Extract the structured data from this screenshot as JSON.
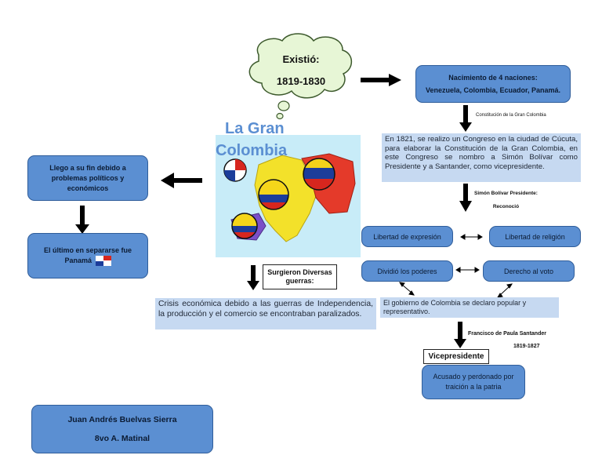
{
  "cloud": {
    "line1": "Existió:",
    "line2": "1819-1830"
  },
  "title": {
    "line1": "La Gran",
    "line2": "Colombia",
    "color": "#5b8fd2"
  },
  "nacimiento": {
    "title": "Nacimiento de 4 naciones:",
    "list": "Venezuela, Colombia, Ecuador, Panamá."
  },
  "constitucion_label": "Constitución de la Gran Colombia",
  "congreso_text": "En 1821, se realizo un Congreso en la ciudad de Cúcuta, para elaborar la Constitución de la Gran Colombia, en este Congreso se nombro a Simón Bolívar como Presidente y a Santander, como vicepresidente.",
  "bolivar_label": {
    "line1": "Simón Bolívar Presidente:",
    "line2": "Reconoció"
  },
  "libertad_expresion": "Libertad de expresión",
  "libertad_religion": "Libertad de religión",
  "dividio_poderes": "Dividió los poderes",
  "derecho_voto": "Derecho al voto",
  "gobierno_text": "El gobierno de Colombia se declaro popular y representativo.",
  "santander_label": {
    "line1": "Francisco de Paula Santander",
    "line2": "1819-1827"
  },
  "vicepresidente": "Vicepresidente",
  "acusado": "Acusado y perdonado por traición a la patria",
  "guerras_label": "Surgieron Diversas guerras:",
  "crisis_text": "Crisis económica debido a las guerras de Independencia, la producción y el comercio se encontraban paralizados.",
  "fin": "Llego a su fin debido a problemas políticos y económicos",
  "panama": "El último en separarse fue Panamá",
  "author": {
    "name": "Juan Andrés Buelvas Sierra",
    "group": "8vo A. Matinal"
  },
  "colors": {
    "node_fill": "#5b8fd2",
    "text_box": "#c6d9f1",
    "map_bg": "#c8ecf8",
    "map_yellow": "#f3e12a",
    "map_red": "#e43a2a",
    "map_purple": "#7a4fc8"
  }
}
